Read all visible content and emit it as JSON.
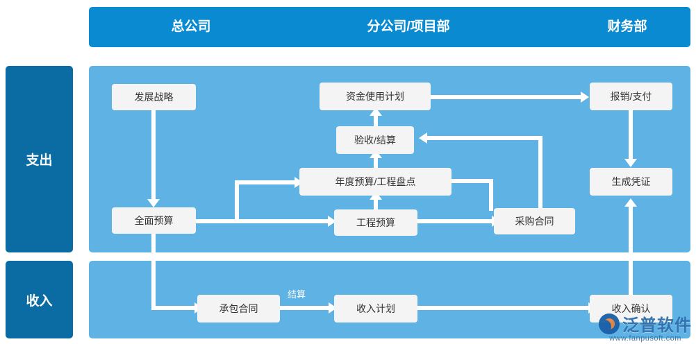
{
  "header": {
    "columns": [
      {
        "label": "总公司"
      },
      {
        "label": "分公司/项目部"
      },
      {
        "label": "财务部"
      }
    ]
  },
  "rows": [
    {
      "label": "支出"
    },
    {
      "label": "收入"
    }
  ],
  "nodes": {
    "development_strategy": "发展战略",
    "overall_budget": "全面预算",
    "fund_usage_plan": "资金使用计划",
    "acceptance_settlement": "验收/结算",
    "annual_budget_inventory": "年度预算/工程盘点",
    "project_budget": "工程预算",
    "procurement_contract": "采购合同",
    "reimbursement_payment": "报销/支付",
    "generate_voucher": "生成凭证",
    "contracting_contract": "承包合同",
    "income_plan": "收入计划",
    "income_confirmation": "收入确认"
  },
  "edge_labels": {
    "settlement": "结算"
  },
  "watermark": {
    "brand": "泛普软件",
    "url": "www.fanpusoft.com"
  },
  "colors": {
    "header_blue": "#0a8ad0",
    "sidebar_blue": "#0a6ca3",
    "panel_blue": "#5fb3e4",
    "node_bg": "#f4f4f4",
    "connector": "#ffffff"
  }
}
